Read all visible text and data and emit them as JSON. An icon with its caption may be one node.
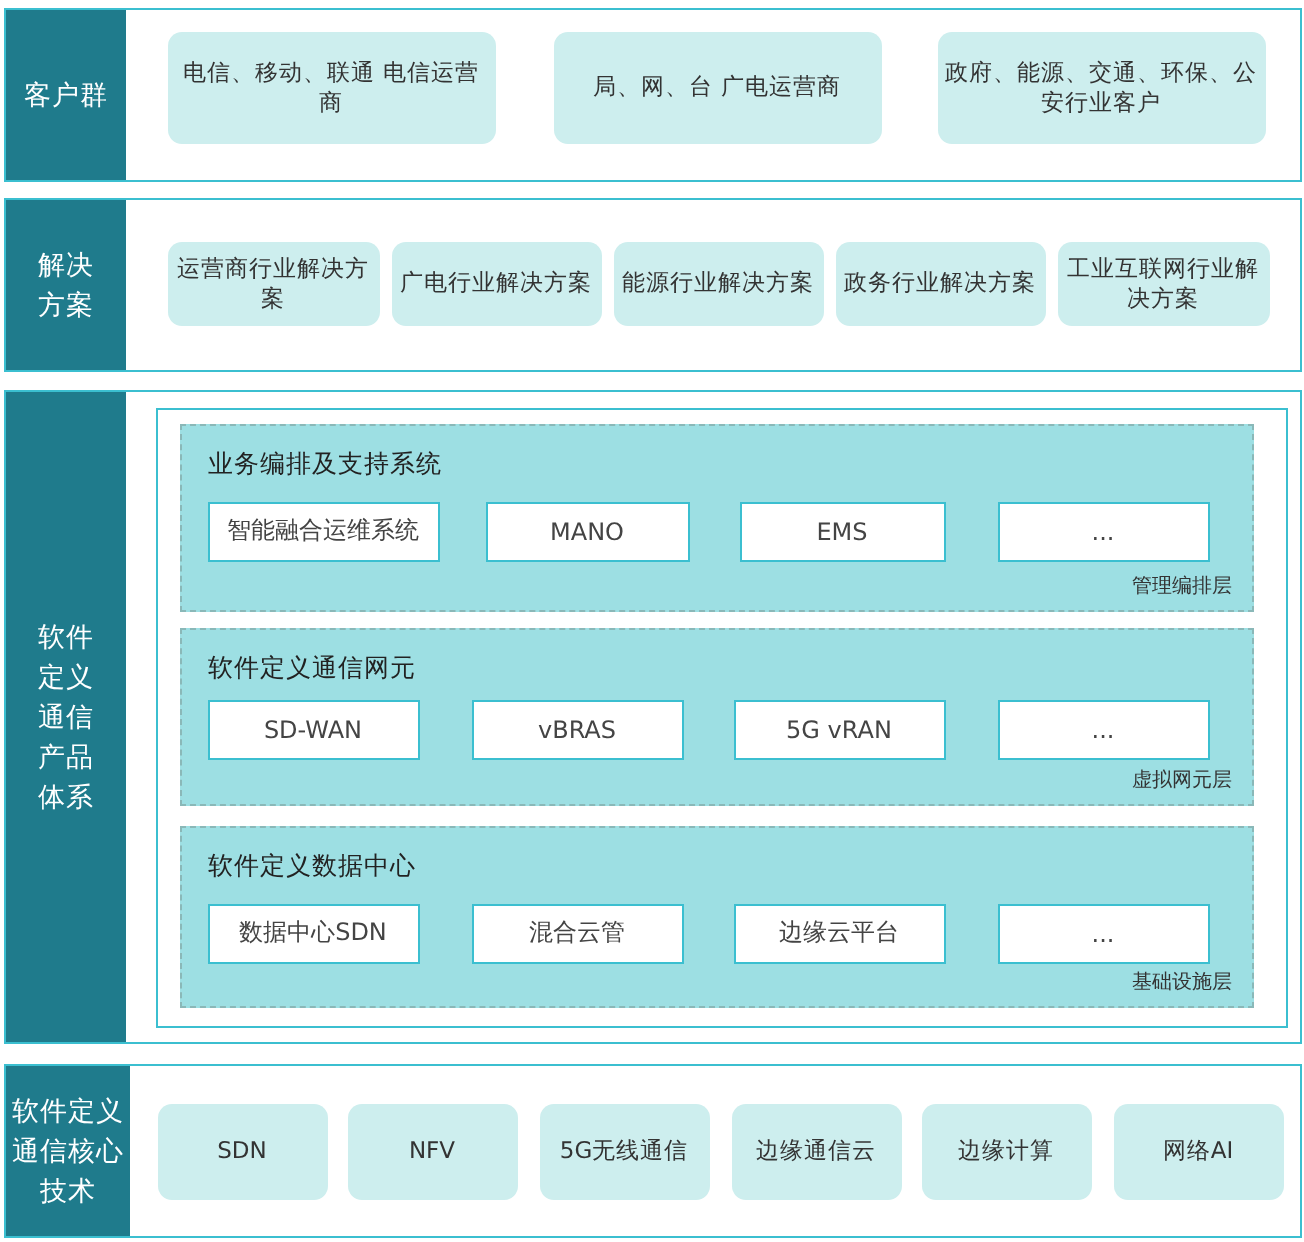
{
  "diagram": {
    "nodes": [
      {
        "text": [
          "客户群"
        ]
      },
      {
        "text": [
          "电信、移动、联通 电信运营商"
        ],
        "in": 0
      },
      {
        "text": [
          "局、网、台 广电运营商"
        ],
        "in": 0
      },
      {
        "text": [
          "政府、能源、交通、环保、公安行业客户"
        ],
        "in": 0
      },
      {
        "text": [
          "解决方案"
        ]
      },
      {
        "text": [
          "运营商行业解决方案"
        ],
        "in": 4
      },
      {
        "text": [
          "广电行业解决方案"
        ],
        "in": 4
      },
      {
        "text": [
          "能源行业解决方案"
        ],
        "in": 4
      },
      {
        "text": [
          "政务行业解决方案"
        ],
        "in": 4
      },
      {
        "text": [
          "工业互联网行业解决方案"
        ],
        "in": 4
      },
      {
        "text": [
          "软件定义通信产品体系"
        ]
      },
      {
        "text": [],
        "shape": "box",
        "in": 10
      },
      {
        "text": [
          "业务编排及支持系统",
          "管理编排层"
        ],
        "in": 11
      },
      {
        "text": [
          "智能融合运维系统"
        ],
        "in": 12
      },
      {
        "text": [
          "MANO"
        ],
        "in": 12
      },
      {
        "text": [
          "EMS"
        ],
        "in": 12
      },
      {
        "text": [
          "..."
        ],
        "in": 12
      },
      {
        "text": [
          "软件定义通信网元",
          "虚拟网元层"
        ],
        "in": 11
      },
      {
        "text": [
          "SD-WAN"
        ],
        "in": 17
      },
      {
        "text": [
          "vBRAS"
        ],
        "in": 17
      },
      {
        "text": [
          "5G vRAN"
        ],
        "in": 17
      },
      {
        "text": [
          "..."
        ],
        "in": 17
      },
      {
        "text": [
          "软件定义数据中心",
          "基础设施层"
        ],
        "in": 11
      },
      {
        "text": [
          "数据中心SDN"
        ],
        "in": 22
      },
      {
        "text": [
          "混合云管"
        ],
        "in": 22
      },
      {
        "text": [
          "边缘云平台"
        ],
        "in": 22
      },
      {
        "text": [
          "..."
        ],
        "in": 22
      },
      {
        "text": [
          "软件定义通信核心技术"
        ]
      },
      {
        "text": [
          "SDN"
        ],
        "in": 27
      },
      {
        "text": [
          "NFV"
        ],
        "in": 27
      },
      {
        "text": [
          "5G无线通信"
        ],
        "in": 27
      },
      {
        "text": [
          "边缘通信云"
        ],
        "in": 27
      },
      {
        "text": [
          "边缘计算"
        ],
        "in": 27
      },
      {
        "text": [
          "网络AI"
        ],
        "in": 27
      }
    ]
  }
}
